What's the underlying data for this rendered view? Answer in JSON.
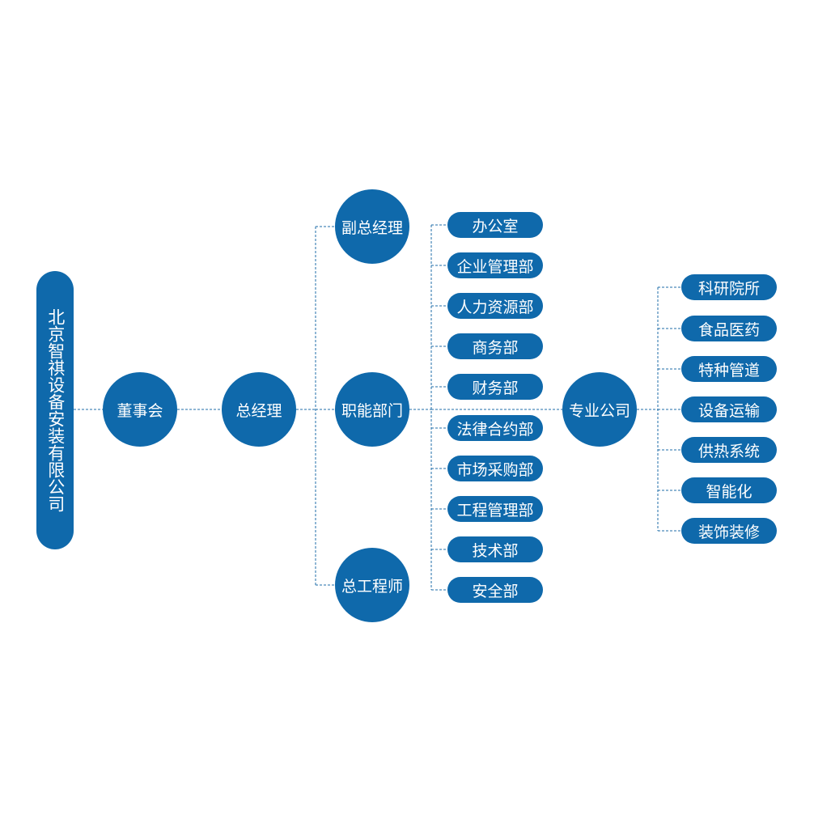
{
  "company": "北京智祺设备安装有限公司",
  "board": "董事会",
  "general_manager": "总经理",
  "deputy_general_manager": "副总经理",
  "functional_departments": "职能部门",
  "chief_engineer": "总工程师",
  "departments": [
    "办公室",
    "企业管理部",
    "人力资源部",
    "商务部",
    "财务部",
    "法律合约部",
    "市场采购部",
    "工程管理部",
    "技术部",
    "安全部"
  ],
  "professional_companies": "专业公司",
  "specialties": [
    "科研院所",
    "食品医药",
    "特种管道",
    "设备运输",
    "供热系统",
    "智能化",
    "装饰装修"
  ],
  "colors": {
    "node_fill": "#0f69ab",
    "connector": "#1f6ea8",
    "text": "#ffffff"
  }
}
